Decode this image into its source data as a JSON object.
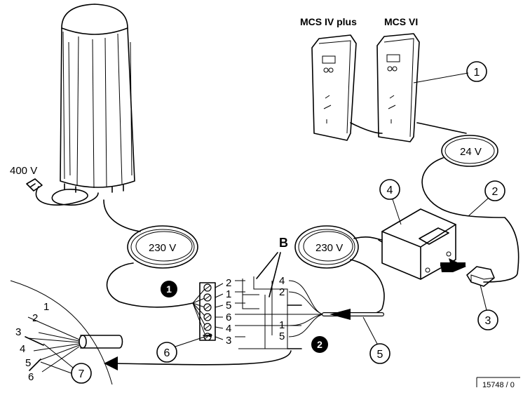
{
  "devices": {
    "controller_a": "MCS IV plus",
    "controller_b": "MCS VI"
  },
  "voltages": {
    "mains": "400 V",
    "coil_left": "230 V",
    "coil_right": "230 V",
    "control": "24 V"
  },
  "callouts": {
    "c1": "1",
    "c2": "2",
    "c3": "3",
    "c4": "4",
    "c5": "5",
    "c6": "6",
    "c7": "7"
  },
  "steps": {
    "s1": "1",
    "s2": "2"
  },
  "bridge_label": "B",
  "terminal": {
    "left_numbers": [
      "2",
      "1",
      "5",
      "6",
      "4",
      "3"
    ],
    "right_numbers": [
      "4",
      "2",
      "",
      "1",
      "5",
      ""
    ]
  },
  "cable_wires": [
    "1",
    "2",
    "3",
    "4",
    "5",
    "6"
  ],
  "figure_number": "15748 / 0"
}
